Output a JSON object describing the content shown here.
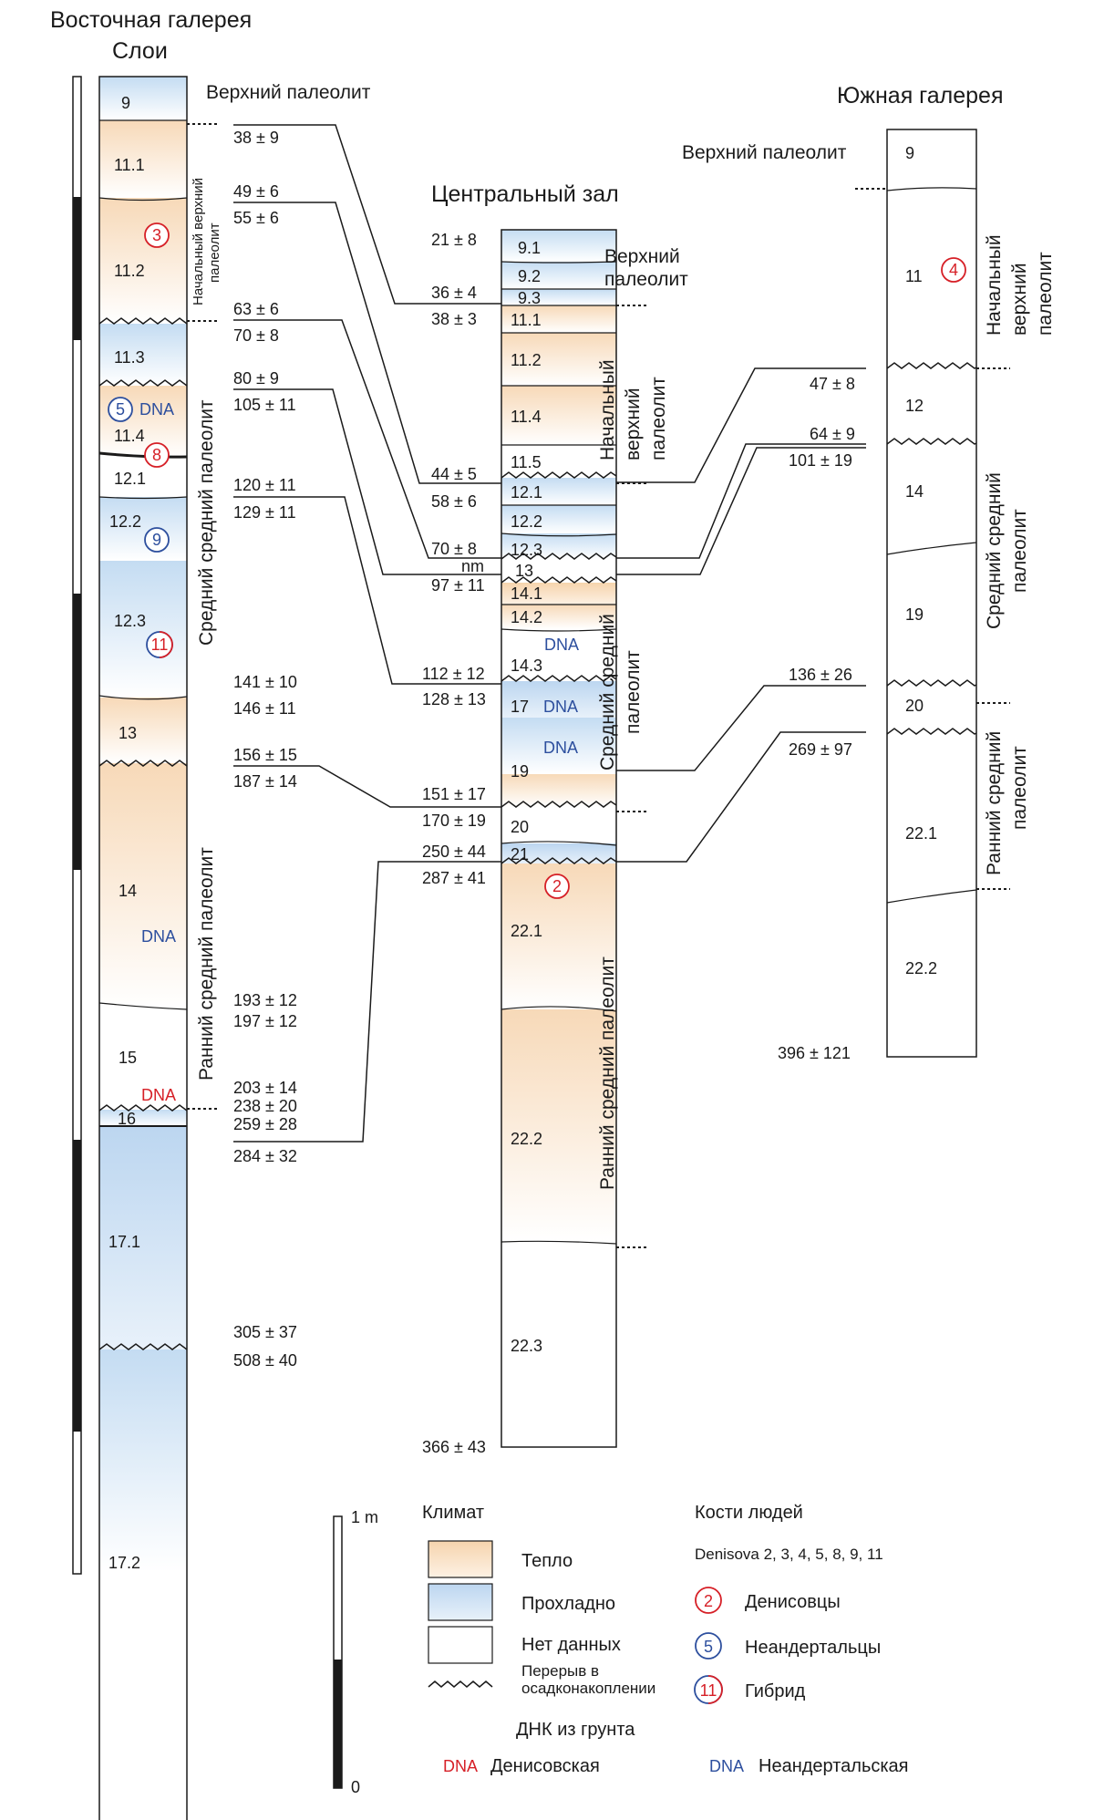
{
  "titles": {
    "east": "Восточная галерея",
    "east_sub": "Слои",
    "central": "Центральный зал",
    "south": "Южная галерея"
  },
  "colors": {
    "warm": "#f8e0c6",
    "cool": "#cfe3f5",
    "denisovan": "#d62027",
    "neanderthal": "#2d4f9e",
    "line": "#1a1a1a"
  },
  "east_layers": [
    "9",
    "11.1",
    "11.2",
    "11.3",
    "11.4",
    "12.1",
    "12.2",
    "12.3",
    "13",
    "14",
    "15",
    "16",
    "17.1",
    "17.2"
  ],
  "central_layers": [
    "9.1",
    "9.2",
    "9.3",
    "11.1",
    "11.2",
    "11.4",
    "11.5",
    "12.1",
    "12.2",
    "12.3",
    "13",
    "14.1",
    "14.2",
    "14.3",
    "17",
    "19",
    "20",
    "21",
    "22.1",
    "22.2",
    "22.3"
  ],
  "south_layers": [
    "9",
    "11",
    "12",
    "14",
    "19",
    "20",
    "22.1",
    "22.2"
  ],
  "east_periods": {
    "upper": "Верхний палеолит",
    "initial_upper": [
      "Начальный верхний",
      "палеолит"
    ],
    "middle_middle": "Средний средний палеолит",
    "early_middle": "Ранний средний палеолит"
  },
  "central_periods": {
    "upper": [
      "Верхний",
      "палеолит"
    ],
    "initial_upper": [
      "Начальный",
      "верхний",
      "палеолит"
    ],
    "middle_middle": [
      "Средний средний",
      "палеолит"
    ],
    "early_middle": "Ранний средний палеолит"
  },
  "south_periods": {
    "upper": "Верхний палеолит",
    "initial_upper": [
      "Начальный",
      "верхний",
      "палеолит"
    ],
    "middle_middle": [
      "Средний средний",
      "палеолит"
    ],
    "early_middle": [
      "Ранний средний",
      "палеолит"
    ]
  },
  "east_dates": [
    "38 ± 9",
    "49 ± 6",
    "55 ± 6",
    "63 ± 6",
    "70 ± 8",
    "80 ± 9",
    "105 ± 11",
    "120 ± 11",
    "129 ± 11",
    "141 ± 10",
    "146 ± 11",
    "156 ± 15",
    "187 ± 14",
    "193 ± 12",
    "197 ± 12",
    "203 ± 14",
    "238 ± 20",
    "259 ± 28",
    "284 ± 32",
    "305 ± 37",
    "508 ± 40"
  ],
  "central_dates": [
    "21 ± 8",
    "36 ± 4",
    "38 ± 3",
    "44 ± 5",
    "58 ± 6",
    "70 ± 8",
    "nm",
    "97 ± 11",
    "112 ± 12",
    "128 ± 13",
    "151 ± 17",
    "170 ± 19",
    "250 ± 44",
    "287 ± 41",
    "366 ± 43"
  ],
  "south_dates": [
    "47 ± 8",
    "64 ± 9",
    "101 ± 19",
    "136 ± 26",
    "269 ± 97",
    "396 ± 121"
  ],
  "specimens": {
    "east": [
      "3",
      "5",
      "8",
      "9",
      "11"
    ],
    "central": [
      "2"
    ],
    "south": [
      "4"
    ]
  },
  "dna_label": "DNA",
  "scale": {
    "top": "1 m",
    "bottom": "0"
  },
  "legend": {
    "climate_title": "Климат",
    "warm": "Тепло",
    "cool": "Прохладно",
    "nodata": "Нет данных",
    "hiatus": [
      "Перерыв в",
      "осадконакоплении"
    ],
    "bones_title": "Кости людей",
    "bones_list": "Denisova 2, 3, 4, 5, 8, 9, 11",
    "den_num": "2",
    "den": "Денисовцы",
    "nea_num": "5",
    "nea": "Неандертальцы",
    "hyb_num": "11",
    "hyb": "Гибрид",
    "dna_title": "ДНК из грунта",
    "dna_den_tag": "DNA",
    "dna_den": "Денисовская",
    "dna_nea_tag": "DNA",
    "dna_nea": "Неандертальская"
  }
}
